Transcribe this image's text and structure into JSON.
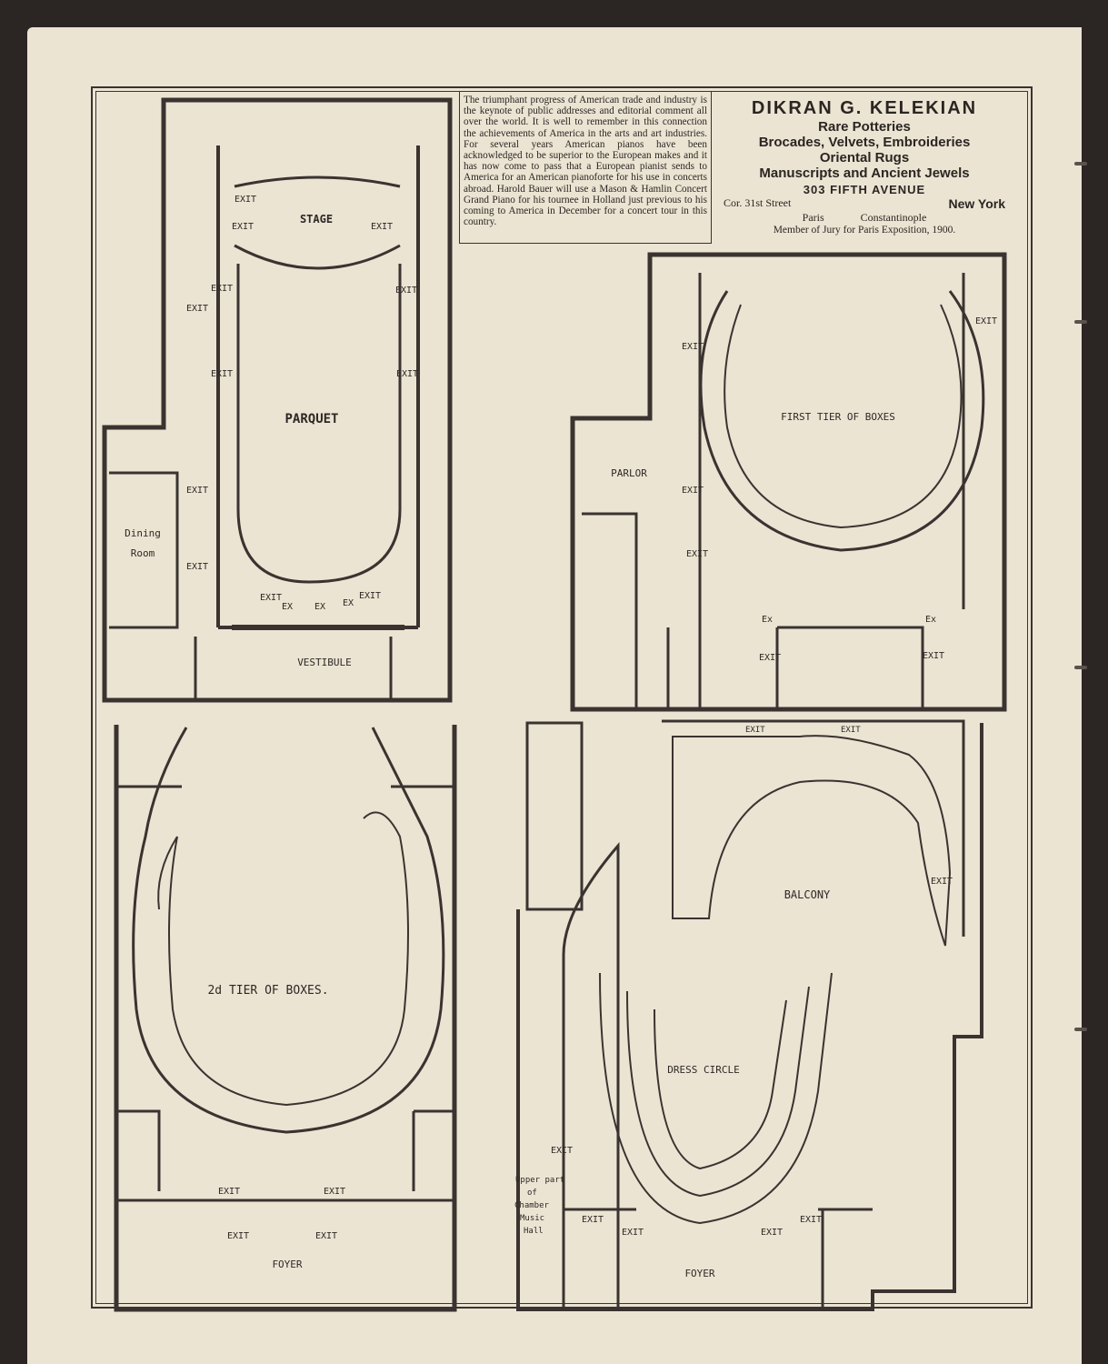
{
  "article": {
    "text": "The triumphant progress of American trade and industry is the keynote of public addresses and editorial comment all over the world. It is well to remember in this connection the achievements of America in the arts and art industries. For several years American pianos have been acknowledged to be superior to the European makes and it has now come to pass that a European pianist sends to America for an American pianoforte for his use in concerts abroad. Harold Bauer will use a Mason & Hamlin Concert Grand Piano for his tournee in Holland just previous to his coming to America in December for a concert tour in this country."
  },
  "advert": {
    "name": "DIKRAN G. KELEKIAN",
    "line1": "Rare Potteries",
    "line2": "Brocades, Velvets, Embroideries",
    "line3": "Oriental Rugs",
    "line4": "Manuscripts and Ancient Jewels",
    "address": "303 FIFTH AVENUE",
    "corner": "Cor. 31st Street",
    "city": "New York",
    "branch1": "Paris",
    "branch2": "Constantinople",
    "jury": "Member of Jury for Paris Exposition, 1900."
  },
  "plans": {
    "ground": {
      "stage": "STAGE",
      "parquet": "PARQUET",
      "vestibule": "VESTIBULE",
      "dining1": "Dining",
      "dining2": "Room",
      "exit": "EXIT",
      "ex": "EX"
    },
    "first_tier": {
      "title": "FIRST TIER OF BOXES",
      "parlor": "PARLOR",
      "exit": "EXIT",
      "ex": "Ex"
    },
    "second_tier": {
      "title": "2d TIER OF BOXES.",
      "foyer": "FOYER",
      "exit": "EXIT"
    },
    "balcony": {
      "title": "BALCONY",
      "dress": "DRESS CIRCLE",
      "foyer": "FOYER",
      "exit": "EXIT",
      "upper1": "Upper part",
      "upper2": "of",
      "upper3": "Chamber",
      "upper4": "Music",
      "upper5": "Hall"
    }
  }
}
